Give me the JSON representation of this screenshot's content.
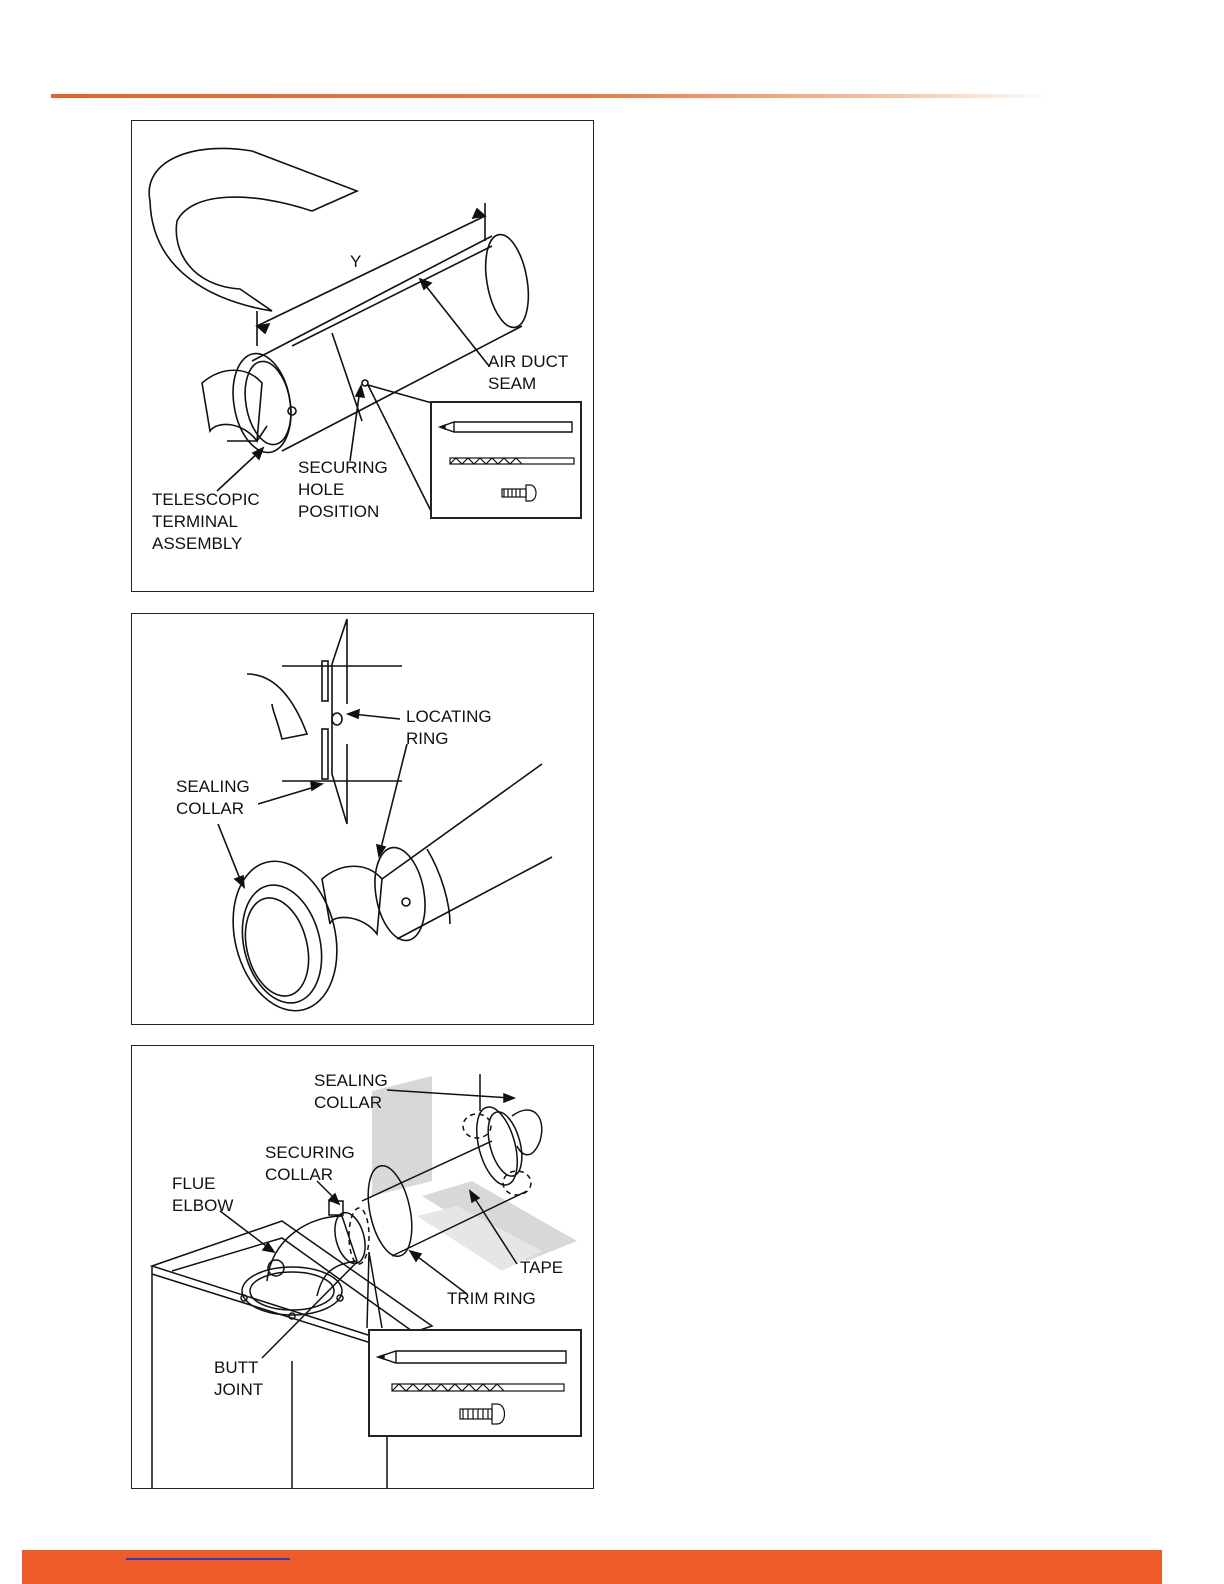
{
  "figure_1": {
    "dimension_label": "Y",
    "label_air_duct_seam": [
      "AIR DUCT",
      "SEAM"
    ],
    "label_securing_hole": [
      "SECURING",
      "HOLE",
      "POSITION"
    ],
    "label_terminal": [
      "TELESCOPIC",
      "TERMINAL",
      "ASSEMBLY"
    ],
    "tools": [
      "pencil-icon",
      "drill-bit-icon",
      "screw-icon"
    ]
  },
  "figure_2": {
    "label_locating_ring": [
      "LOCATING",
      "RING"
    ],
    "label_sealing_collar": [
      "SEALING",
      "COLLAR"
    ]
  },
  "figure_3": {
    "label_sealing_collar": [
      "SEALING",
      "COLLAR"
    ],
    "label_securing_collar": [
      "SECURING",
      "COLLAR"
    ],
    "label_flue_elbow": [
      "FLUE",
      "ELBOW"
    ],
    "label_tape": "TAPE",
    "label_trim_ring": "TRIM RING",
    "label_butt_joint": [
      "BUTT",
      "JOINT"
    ],
    "tools": [
      "pencil-icon",
      "drill-bit-icon",
      "screw-icon"
    ]
  },
  "colors": {
    "accent": "#ef5b29",
    "link": "#2a3cc7"
  }
}
